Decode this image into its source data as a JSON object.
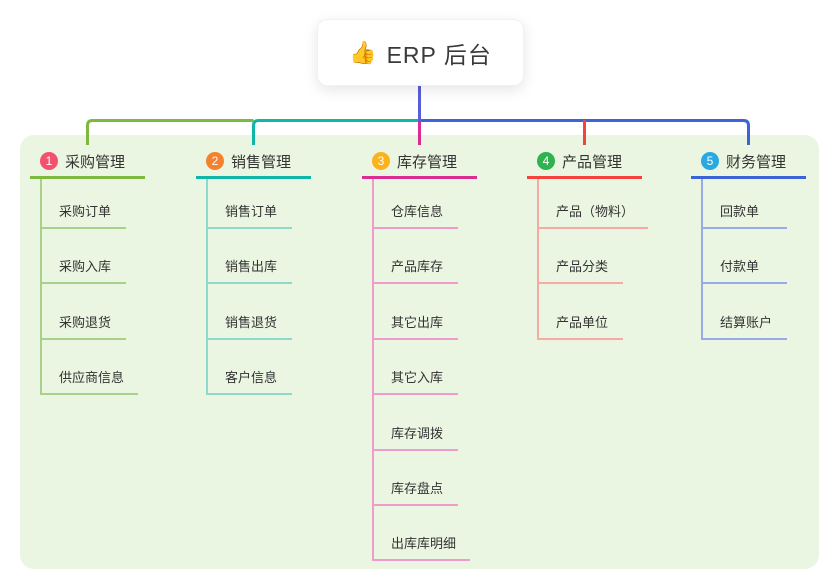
{
  "root": {
    "icon": "👍",
    "label": "ERP 后台"
  },
  "colors": {
    "canvas_bg": "#ffffff",
    "panel_bg": "#eaf6e2",
    "trunk": "#575fd8",
    "node_text": "#333333",
    "badge_text": "#ffffff"
  },
  "branches": [
    {
      "badge": "1",
      "badge_color": "#f4516f",
      "line_color": "#7cb93e",
      "child_line_color": "#a8d18c",
      "label": "采购管理",
      "children": [
        "采购订单",
        "采购入库",
        "采购退货",
        "供应商信息"
      ]
    },
    {
      "badge": "2",
      "badge_color": "#f5812e",
      "line_color": "#10b7a8",
      "child_line_color": "#8fd8cc",
      "label": "销售管理",
      "children": [
        "销售订单",
        "销售出库",
        "销售退货",
        "客户信息"
      ]
    },
    {
      "badge": "3",
      "badge_color": "#fcb31b",
      "line_color": "#da2d94",
      "child_line_color": "#ef9ccd",
      "label": "库存管理",
      "children": [
        "仓库信息",
        "产品库存",
        "其它出库",
        "其它入库",
        "库存调拨",
        "库存盘点",
        "出库库明细"
      ]
    },
    {
      "badge": "4",
      "badge_color": "#2fb34f",
      "line_color": "#f4433c",
      "child_line_color": "#f9a9a4",
      "label": "产品管理",
      "children": [
        "产品（物料）",
        "产品分类",
        "产品单位"
      ]
    },
    {
      "badge": "5",
      "badge_color": "#29a9e1",
      "line_color": "#3c63d8",
      "child_line_color": "#96abe7",
      "label": "财务管理",
      "children": [
        "回款单",
        "付款单",
        "结算账户"
      ]
    }
  ]
}
